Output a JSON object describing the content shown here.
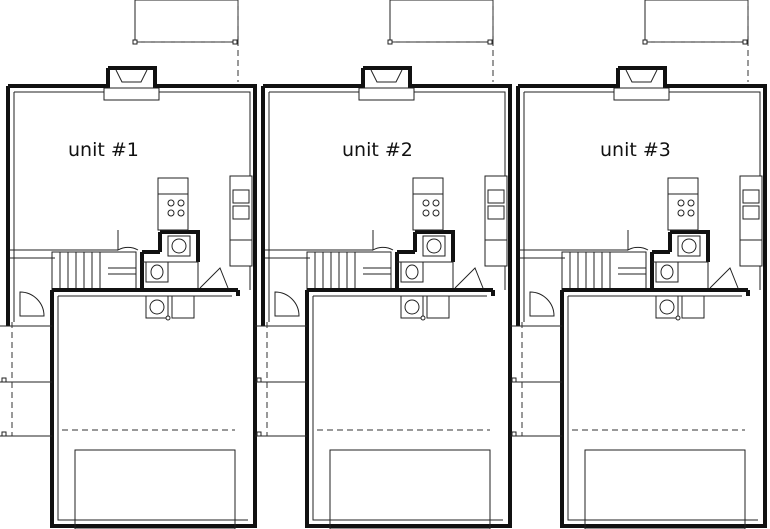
{
  "plan": {
    "units": [
      {
        "label": "unit #1"
      },
      {
        "label": "unit #2"
      },
      {
        "label": "unit #3"
      }
    ]
  }
}
